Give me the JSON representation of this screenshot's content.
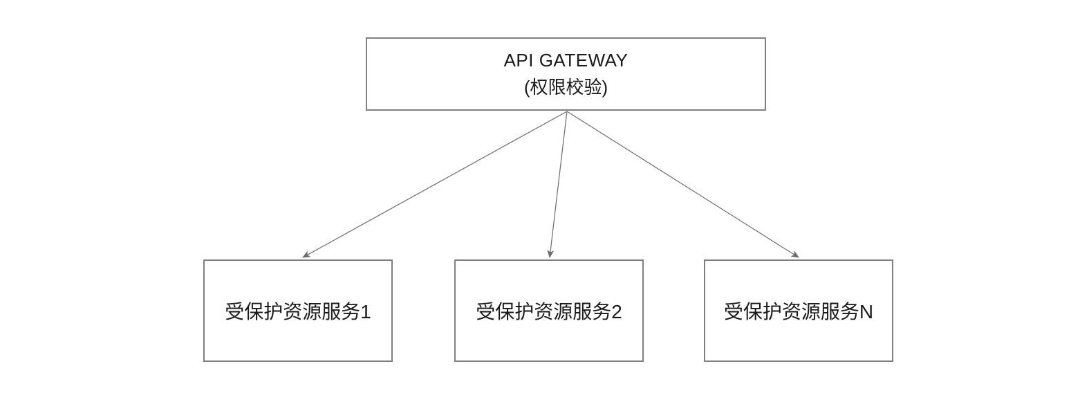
{
  "gateway": {
    "title": "API GATEWAY",
    "subtitle": "(权限校验)"
  },
  "services": [
    {
      "label": "受保护资源服务1"
    },
    {
      "label": "受保护资源服务2"
    },
    {
      "label": "受保护资源服务N"
    }
  ],
  "edges": [
    {
      "from": "api-gateway",
      "to": "protected-service-1"
    },
    {
      "from": "api-gateway",
      "to": "protected-service-2"
    },
    {
      "from": "api-gateway",
      "to": "protected-service-n"
    }
  ],
  "colors": {
    "node_border": "#808080",
    "node_shadow": "#ececec",
    "arrow": "#6b6b6b",
    "text": "#1a1a1a",
    "background": "#ffffff"
  }
}
